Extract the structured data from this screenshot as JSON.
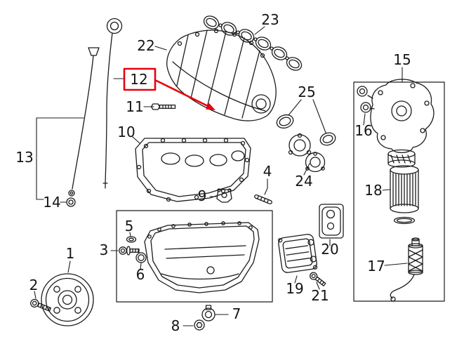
{
  "diagram": {
    "kind": "engine-exploded-parts-diagram",
    "highlighted_part": "12",
    "part_labels": {
      "p1": "1",
      "p2": "2",
      "p3": "3",
      "p4": "4",
      "p5": "5",
      "p6": "6",
      "p7": "7",
      "p8": "8",
      "p9": "9",
      "p10": "10",
      "p11": "11",
      "p12": "12",
      "p13": "13",
      "p14": "14",
      "p15": "15",
      "p16": "16",
      "p17": "17",
      "p18": "18",
      "p19": "19",
      "p20": "20",
      "p21": "21",
      "p22": "22",
      "p23": "23",
      "p24": "24",
      "p25": "25"
    }
  },
  "colors": {
    "highlight": "#e8000d",
    "line": "#1c1c1c"
  }
}
